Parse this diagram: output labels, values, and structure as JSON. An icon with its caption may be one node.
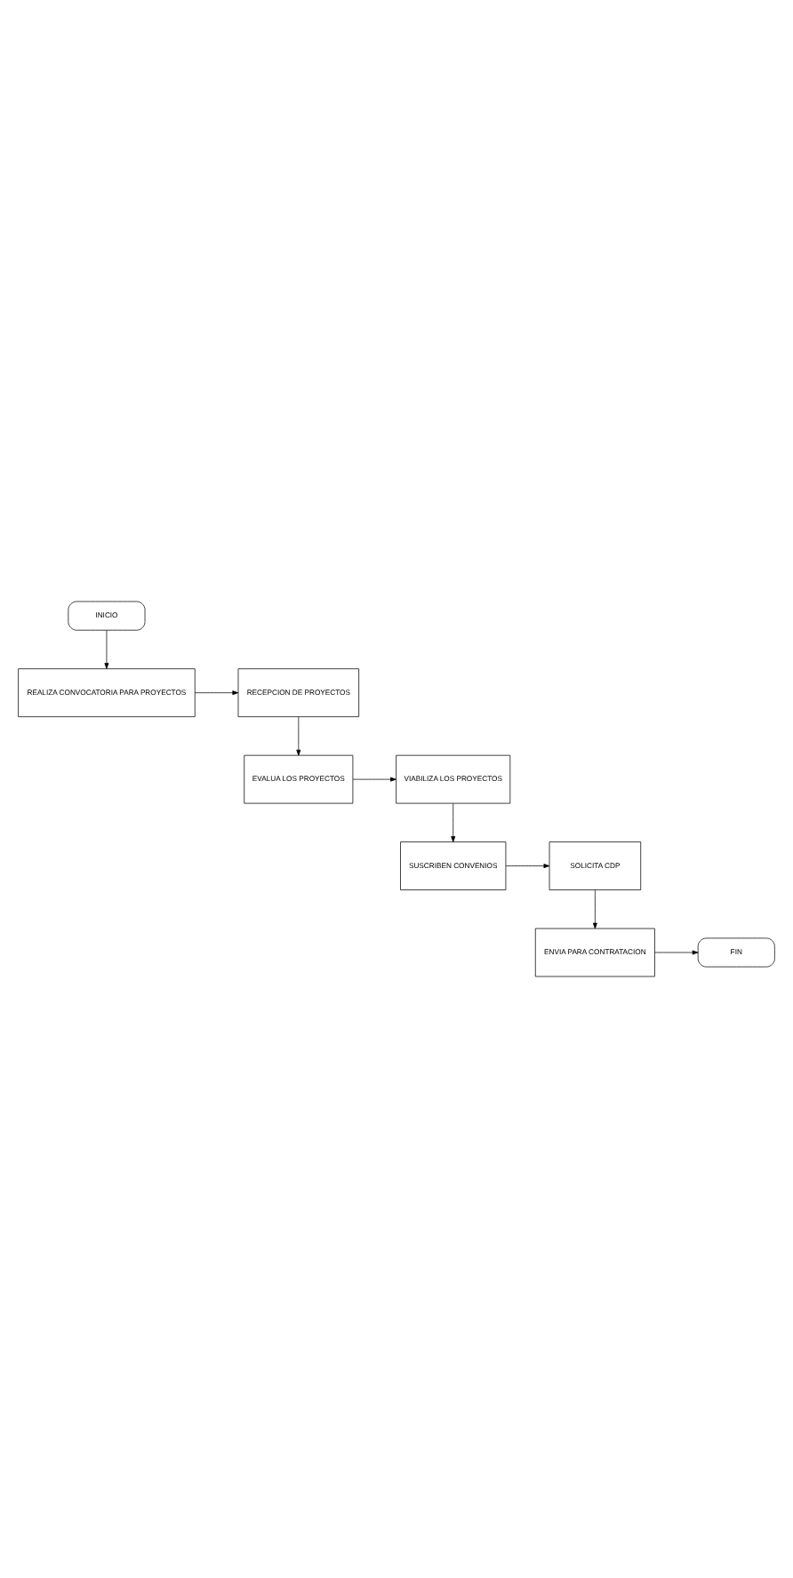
{
  "diagram": {
    "nodes": [
      {
        "text": [
          "INICIO"
        ]
      },
      {
        "text": [
          "REALIZA CONVOCATORIA PARA PROYECTOS"
        ]
      },
      {
        "text": [
          "RECEPCION DE PROYECTOS"
        ]
      },
      {
        "text": [
          "EVALUA LOS PROYECTOS"
        ]
      },
      {
        "text": [
          "VIABILIZA LOS PROYECTOS"
        ]
      },
      {
        "text": [
          "SUSCRIBEN CONVENIOS"
        ]
      },
      {
        "text": [
          "SOLICITA CDP"
        ]
      },
      {
        "text": [
          "ENVIA PARA CONTRATACION"
        ]
      },
      {
        "text": [
          "FIN"
        ]
      }
    ],
    "edges": [
      {
        "from": 0,
        "to": 1,
        "arrow": "to"
      },
      {
        "from": 1,
        "to": 2,
        "arrow": "to"
      },
      {
        "from": 2,
        "to": 3,
        "arrow": "to"
      },
      {
        "from": 3,
        "to": 4,
        "arrow": "to"
      },
      {
        "from": 4,
        "to": 5,
        "arrow": "to"
      },
      {
        "from": 5,
        "to": 6,
        "arrow": "to"
      },
      {
        "from": 6,
        "to": 7,
        "arrow": "to"
      },
      {
        "from": 7,
        "to": 8,
        "arrow": "to"
      }
    ]
  }
}
